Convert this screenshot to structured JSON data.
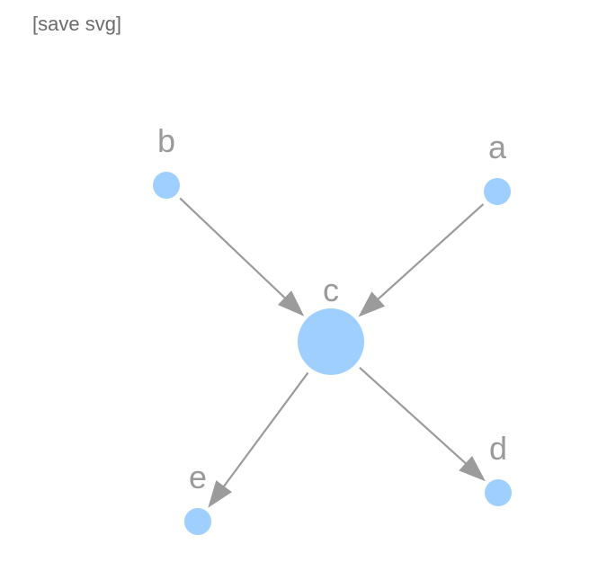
{
  "toolbar": {
    "save_label": "[save svg]"
  },
  "colors": {
    "node": "#9ecfff",
    "edge": "#9b9b9b",
    "label": "#9a9a9a"
  },
  "graph": {
    "nodes": [
      {
        "id": "a",
        "label": "a"
      },
      {
        "id": "b",
        "label": "b"
      },
      {
        "id": "c",
        "label": "c"
      },
      {
        "id": "d",
        "label": "d"
      },
      {
        "id": "e",
        "label": "e"
      }
    ],
    "edges": [
      {
        "source": "b",
        "target": "c"
      },
      {
        "source": "a",
        "target": "c"
      },
      {
        "source": "c",
        "target": "e"
      },
      {
        "source": "c",
        "target": "d"
      }
    ]
  }
}
